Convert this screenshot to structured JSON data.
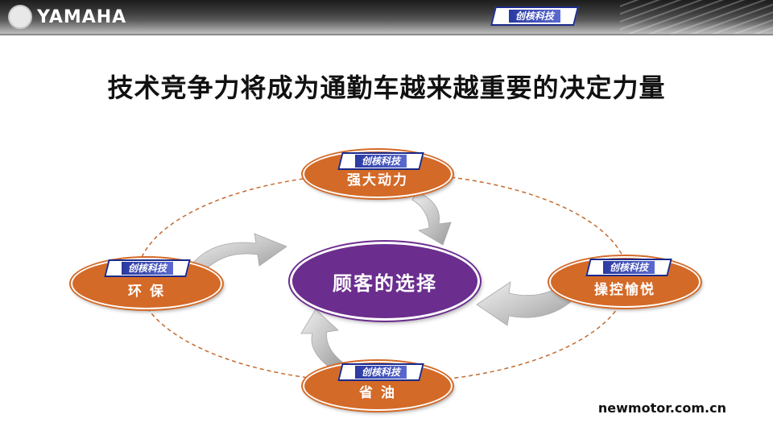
{
  "header": {
    "brand": "YAMAHA",
    "badge_text": "创核科技"
  },
  "title": "技术竞争力将成为通勤车越来越重要的决定力量",
  "diagram": {
    "center": "顾客的选择",
    "nodes": {
      "top": "强大动力",
      "right": "操控愉悦",
      "bottom": "省 油",
      "left": "环 保"
    },
    "badge_text": "创核科技",
    "colors": {
      "node": "#d46a28",
      "center": "#6b2d8e",
      "ring": "#c46a30",
      "arrow": "#b8b8b8"
    }
  },
  "footer": {
    "url": "newmotor.com.cn"
  }
}
